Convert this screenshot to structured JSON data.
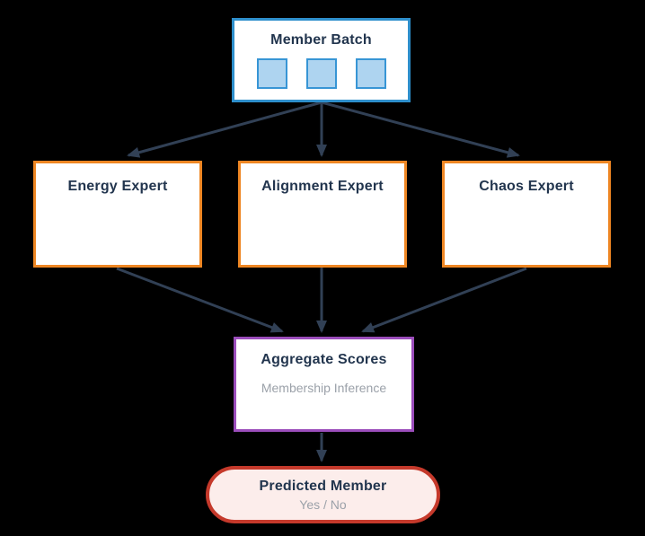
{
  "diagram": {
    "nodes": {
      "member_batch": {
        "label": "Member Batch",
        "item_count": 3
      },
      "energy_expert": {
        "label": "Energy Expert"
      },
      "alignment_expert": {
        "label": "Alignment Expert"
      },
      "chaos_expert": {
        "label": "Chaos Expert"
      },
      "aggregate_scores": {
        "label": "Aggregate Scores",
        "sublabel": "Membership Inference"
      },
      "predicted_member": {
        "label": "Predicted Member",
        "sublabel": "Yes / No"
      }
    },
    "edges": [
      {
        "from": "member_batch",
        "to": "energy_expert"
      },
      {
        "from": "member_batch",
        "to": "alignment_expert"
      },
      {
        "from": "member_batch",
        "to": "chaos_expert"
      },
      {
        "from": "energy_expert",
        "to": "aggregate_scores"
      },
      {
        "from": "alignment_expert",
        "to": "aggregate_scores"
      },
      {
        "from": "chaos_expert",
        "to": "aggregate_scores"
      },
      {
        "from": "aggregate_scores",
        "to": "predicted_member"
      }
    ]
  },
  "colors": {
    "background": "#000000",
    "node-fill": "#FFFFFF",
    "batch-border": "#2E8FCC",
    "batch-square-fill": "#AED4F0",
    "batch-square-border": "#3795D5",
    "expert-border": "#EE8623",
    "aggregate-border": "#9B4DBB",
    "result-border": "#C5392B",
    "result-fill": "#FCEDEB",
    "title-text": "#22354E",
    "muted-text": "#9BA1A9",
    "arrow": "#314055"
  }
}
